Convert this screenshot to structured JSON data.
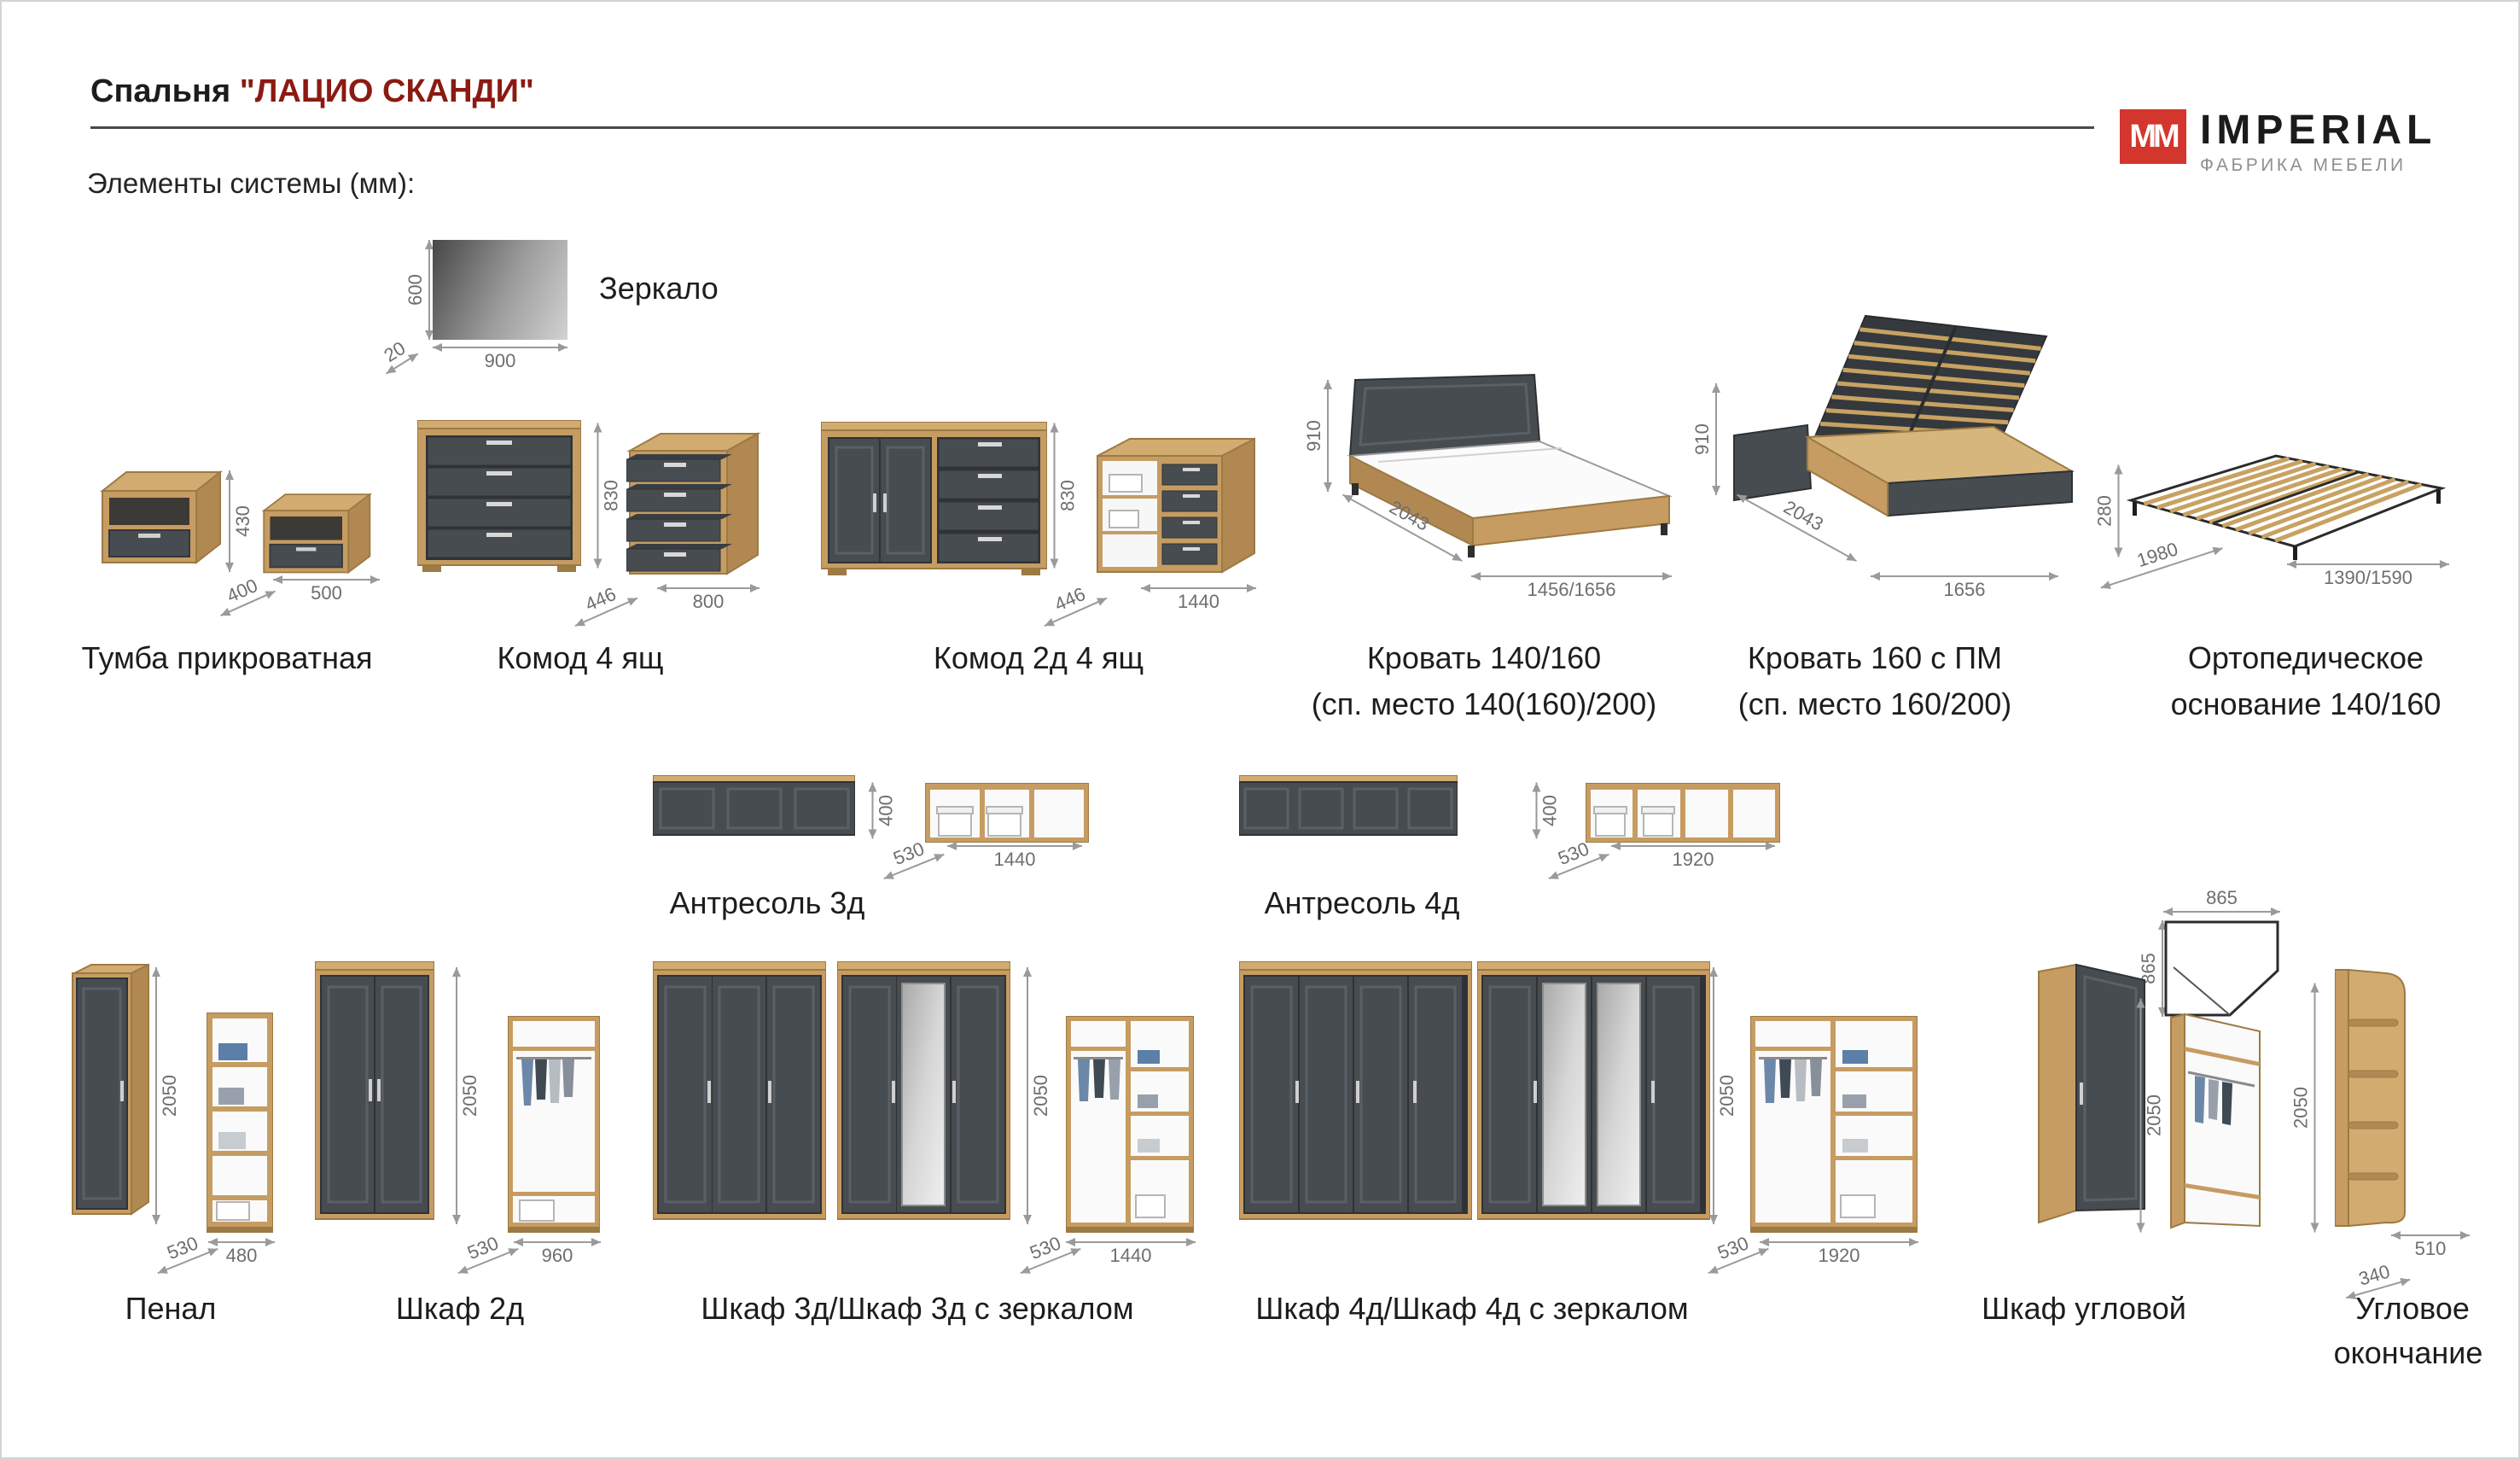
{
  "header": {
    "title_prefix": "Спальня ",
    "title_name": "\"ЛАЦИО СКАНДИ\"",
    "subtitle": "Элементы системы (мм):"
  },
  "logo": {
    "mark": "MM",
    "brand": "IMPERIAL",
    "tagline": "ФАБРИКА МЕБЕЛИ"
  },
  "colors": {
    "accent_red": "#d3362d",
    "title_red": "#8b1a12",
    "wood": "#c69c62",
    "wood_light": "#d2ab70",
    "graphite": "#474c51",
    "dim_gray": "#6e6e6e"
  },
  "items": {
    "mirror": {
      "caption": "Зеркало",
      "height": "600",
      "depth": "20",
      "width": "900"
    },
    "nightstand": {
      "caption": "Тумба прикроватная",
      "height": "430",
      "depth": "400",
      "width": "500"
    },
    "komod4": {
      "caption": "Комод 4 ящ",
      "height": "830",
      "depth": "446",
      "width": "800"
    },
    "komod2d4": {
      "caption": "Комод 2д 4 ящ",
      "height": "830",
      "depth": "446",
      "width": "1440"
    },
    "bed140": {
      "caption1": "Кровать 140/160",
      "caption2": "(сп. место 140(160)/200)",
      "height": "910",
      "length": "2043",
      "width": "1456/1656"
    },
    "bed160pm": {
      "caption1": "Кровать 160 с ПМ",
      "caption2": "(сп. место 160/200)",
      "height": "910",
      "length": "2043",
      "width": "1656"
    },
    "ortho": {
      "caption1": "Ортопедическое",
      "caption2": "основание 140/160",
      "height": "280",
      "length": "1980",
      "width": "1390/1590"
    },
    "antresol3": {
      "caption": "Антресоль 3д",
      "height": "400",
      "depth": "530",
      "width": "1440"
    },
    "antresol4": {
      "caption": "Антресоль 4д",
      "height": "400",
      "depth": "530",
      "width": "1920"
    },
    "penal": {
      "caption": "Пенал",
      "height": "2050",
      "depth": "530",
      "width": "480"
    },
    "shkaf2": {
      "caption": "Шкаф 2д",
      "height": "2050",
      "depth": "530",
      "width": "960"
    },
    "shkaf3": {
      "caption": "Шкаф 3д/Шкаф 3д с зеркалом",
      "height": "2050",
      "depth": "530",
      "width": "1440"
    },
    "shkaf4": {
      "caption": "Шкаф 4д/Шкаф 4д с зеркалом",
      "height": "2050",
      "depth": "530",
      "width": "1920"
    },
    "corner": {
      "caption": "Шкаф угловой",
      "top_width": "865",
      "top_depth": "865",
      "height": "2050"
    },
    "corner_end": {
      "caption1": "Угловое",
      "caption2": "окончание",
      "height": "2050",
      "width": "510",
      "depth": "340"
    }
  }
}
